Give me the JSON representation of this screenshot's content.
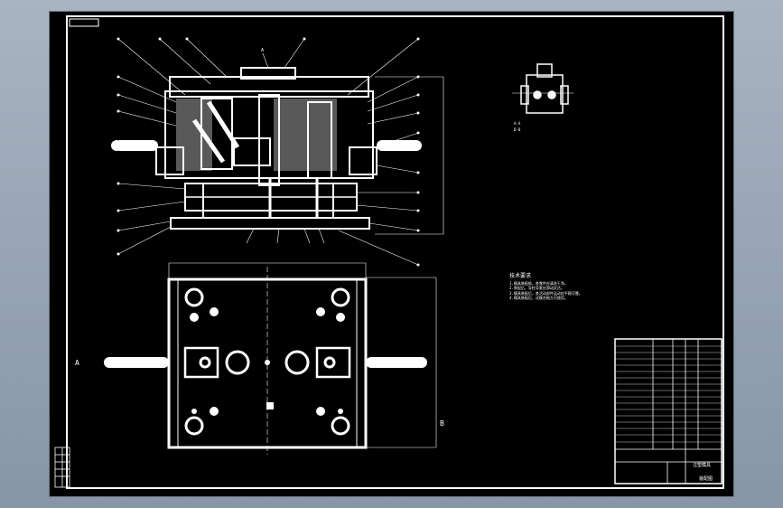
{
  "drawing": {
    "colors": {
      "background": "#000000",
      "lines": "#ffffff",
      "frame": "#8895a5"
    },
    "detail_labels": [
      "A-A",
      "B-B"
    ],
    "view_labels": {
      "side_view_top": "A",
      "left_view": "A",
      "right_view": "B"
    },
    "technical_requirements": {
      "title": "技术要求",
      "lines": [
        "1.模具装配前，各零件应清洗干净。",
        "2.装配后，导柱导套应滑动灵活。",
        "3.模具装配后，各活动部件运动应平稳可靠。",
        "4.模具装配后，试模合格方可使用。"
      ]
    },
    "title_block": {
      "title": "注塑模具",
      "name": "装配图"
    }
  }
}
